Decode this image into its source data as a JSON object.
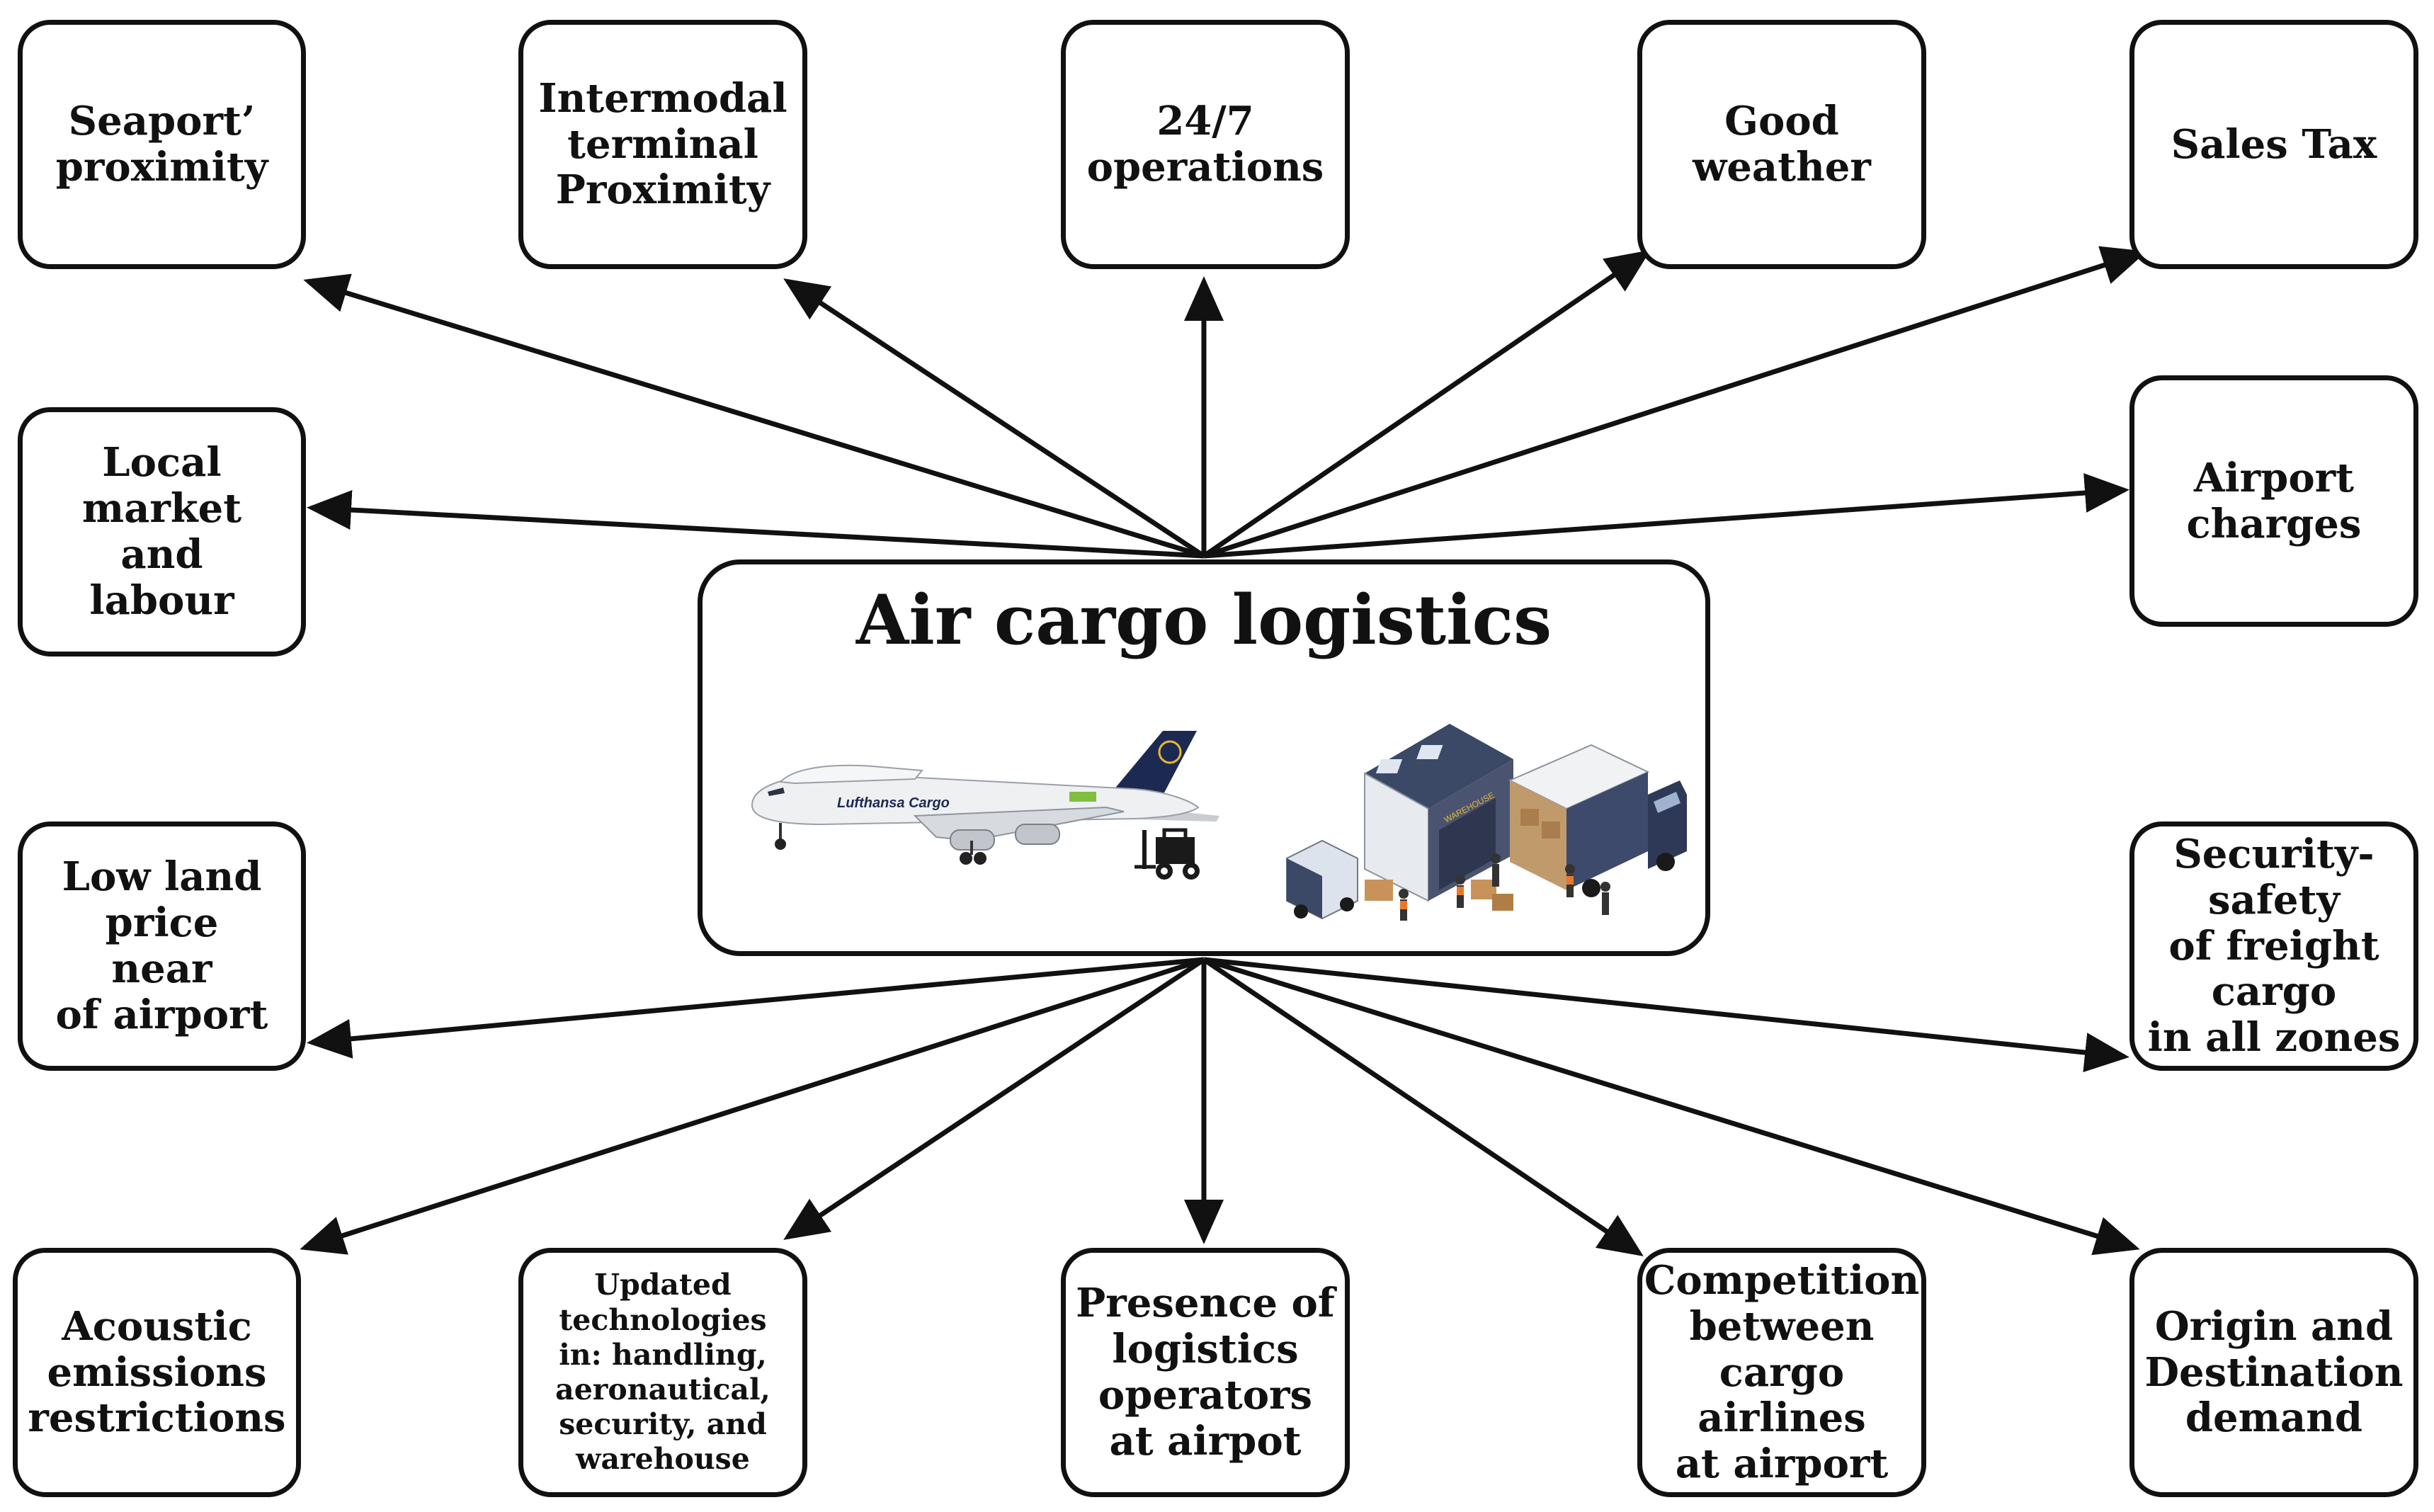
{
  "center": {
    "title": "Air cargo logistics",
    "plane_text": "Lufthansa Cargo",
    "plane_color": "#1c2a52",
    "truck_color": "#3d4a6b"
  },
  "factors": [
    {
      "id": "seaport",
      "label": "Seaport’\nproximity"
    },
    {
      "id": "intermodal",
      "label": "Intermodal\nterminal\nProximity"
    },
    {
      "id": "ops247",
      "label": "24/7\noperations"
    },
    {
      "id": "weather",
      "label": "Good\nweather"
    },
    {
      "id": "salestax",
      "label": "Sales Tax"
    },
    {
      "id": "localmarket",
      "label": "Local market\nand\nlabour"
    },
    {
      "id": "airportcharges",
      "label": "Airport\ncharges"
    },
    {
      "id": "landprice",
      "label": "Low land\nprice\nnear\nof airport"
    },
    {
      "id": "security",
      "label": "Security-safety\nof freight\ncargo\nin all zones"
    },
    {
      "id": "acoustic",
      "label": "Acoustic\nemissions\nrestrictions"
    },
    {
      "id": "technologies",
      "label": "Updated\ntechnologies\nin: handling,\naeronautical,\nsecurity, and\nwarehouse"
    },
    {
      "id": "operators",
      "label": "Presence of\nlogistics\noperators\nat airpot"
    },
    {
      "id": "competition",
      "label": "Competition\nbetween\ncargo airlines\nat airport"
    },
    {
      "id": "demand",
      "label": "Origin and\nDestination\ndemand"
    }
  ]
}
